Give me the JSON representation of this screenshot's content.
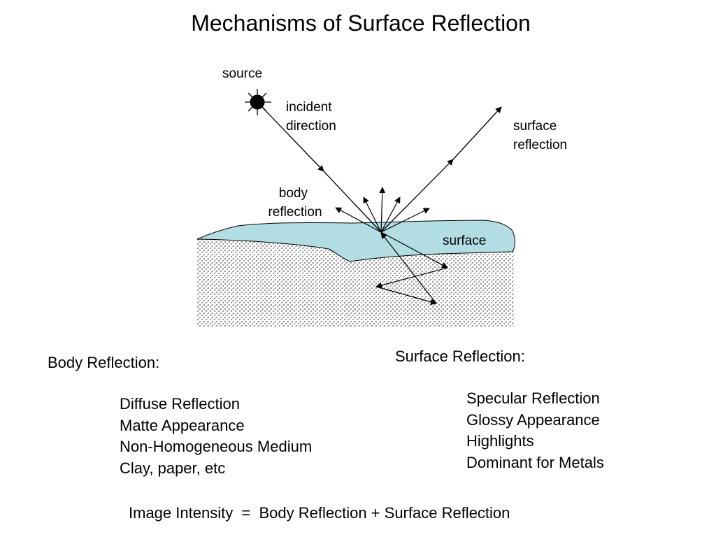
{
  "title": "Mechanisms of Surface Reflection",
  "diagram": {
    "source_label": "source",
    "incident_label": [
      "incident",
      "direction"
    ],
    "surface_reflection_label": [
      "surface",
      "reflection"
    ],
    "body_reflection_label": [
      "body",
      "reflection"
    ],
    "surface_label": "surface",
    "colors": {
      "surface_layer": "#b2dde3",
      "medium_dots": "#000000",
      "lines": "#000000",
      "source": "#000000"
    }
  },
  "body_reflection": {
    "heading": "Body Reflection:",
    "items": [
      "Diffuse Reflection",
      "Matte Appearance",
      "Non-Homogeneous Medium",
      "Clay, paper, etc"
    ]
  },
  "surface_reflection": {
    "heading": "Surface Reflection:",
    "items": [
      "Specular Reflection",
      "Glossy Appearance",
      "Highlights",
      "Dominant for Metals"
    ]
  },
  "equation": "Image Intensity  =  Body Reflection + Surface Reflection"
}
